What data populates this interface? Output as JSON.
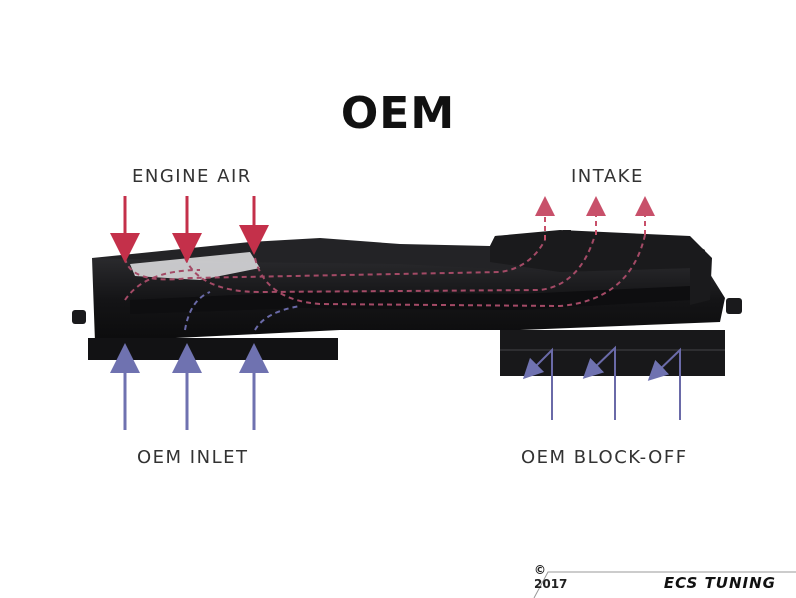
{
  "title": "OEM",
  "labels": {
    "engine_air": "ENGINE AIR",
    "intake": "INTAKE",
    "oem_inlet": "OEM INLET",
    "oem_block_off": "OEM BLOCK-OFF"
  },
  "footer": {
    "copyright": "© 2017",
    "logo": "ECS TUNING"
  },
  "colors": {
    "engine_air_arrow": "#c4304a",
    "intake_arrow": "#c8506a",
    "inlet_arrow": "#6f72b0",
    "block_arrow": "#6a6aa8",
    "part_body": "#1c1c1e"
  }
}
